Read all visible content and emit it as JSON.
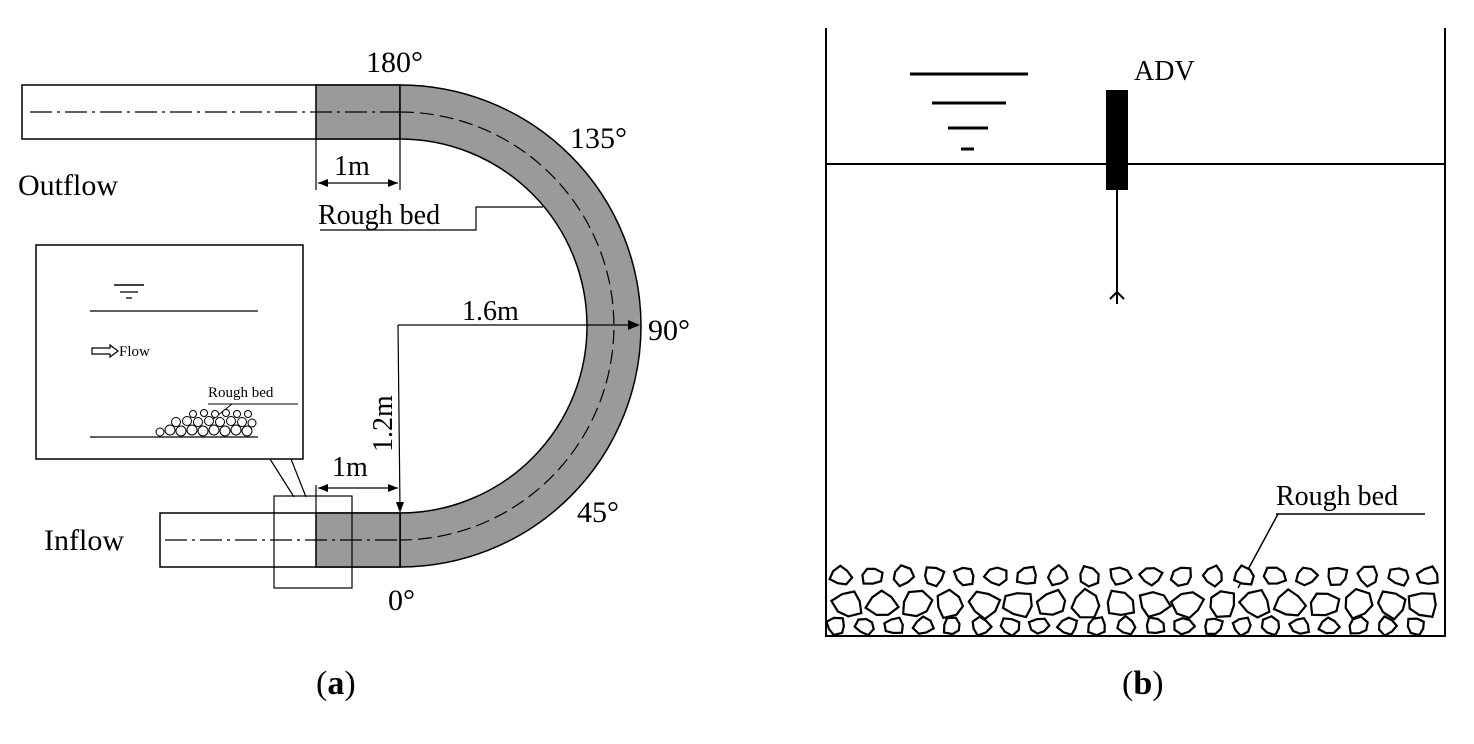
{
  "panel_a": {
    "angle_180": "180°",
    "angle_135": "135°",
    "angle_90": "90°",
    "angle_45": "45°",
    "angle_0": "0°",
    "outflow": "Outflow",
    "inflow": "Inflow",
    "rough_bed": "Rough bed",
    "len_out": "1m",
    "len_in": "1m",
    "radius": "1.6m",
    "offset": "1.2m",
    "inset_flow": "Flow",
    "inset_rough_bed": "Rough bed",
    "caption_open": "(",
    "caption_letter": "a",
    "caption_close": ")"
  },
  "panel_b": {
    "adv": "ADV",
    "rough_bed": "Rough bed",
    "caption_open": "(",
    "caption_letter": "b",
    "caption_close": ")"
  },
  "colors": {
    "rough_fill": "#9a9a9a",
    "line": "#000000"
  }
}
